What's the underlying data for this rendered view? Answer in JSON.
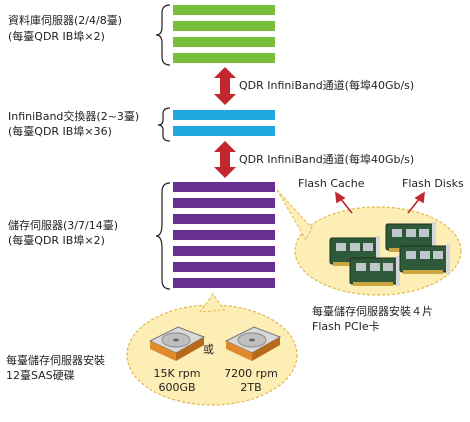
{
  "storage_servers": {
    "title": "資料庫伺服器(2/4/8臺)",
    "sub": "(每臺QDR IB埠×2)"
  },
  "switch": {
    "title": "InfiniBand交換器(2~3臺)",
    "sub": "(每臺QDR IB埠×36)"
  },
  "db_servers": {
    "title": "儲存伺服器(3/7/14臺)",
    "sub": "(每臺QDR IB埠×2)"
  },
  "link_upper": "QDR InfiniBand通道(每埠40Gb/s)",
  "link_lower": "QDR InfiniBand通道(每埠40Gb/s)",
  "flash": {
    "cache": "Flash Cache",
    "disks": "Flash Disks",
    "note_line1": "每臺儲存伺服器安裝４片",
    "note_line2": "Flash PCIe卡"
  },
  "sas": {
    "note_line1": "每臺儲存伺服器安裝",
    "note_line2": "12臺SAS硬碟",
    "or": "或",
    "disk1_speed": "15K rpm",
    "disk1_size": "600GB",
    "disk2_speed": "7200 rpm",
    "disk2_size": "2TB"
  },
  "colors": {
    "green": "#77bf3b",
    "blue": "#1fa8e0",
    "purple": "#6a2d91",
    "arrow": "#c1272d",
    "bubble": "#fdeeb5",
    "bubble_border": "#e0b84a"
  }
}
